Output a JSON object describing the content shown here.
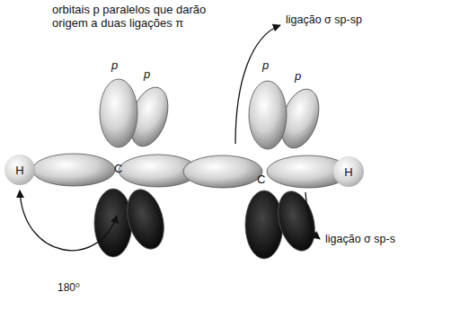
{
  "diagram": {
    "nodes": [
      {
        "text": [
          "H"
        ]
      },
      {
        "text": [
          "H"
        ]
      }
    ],
    "labels": [
      "orbitais p paralelos que darão origem a duas ligações π",
      "ligação σ sp-sp",
      "p",
      "p",
      "p",
      "p",
      "C",
      "C",
      "ligação σ sp-s",
      "180⁰"
    ]
  }
}
